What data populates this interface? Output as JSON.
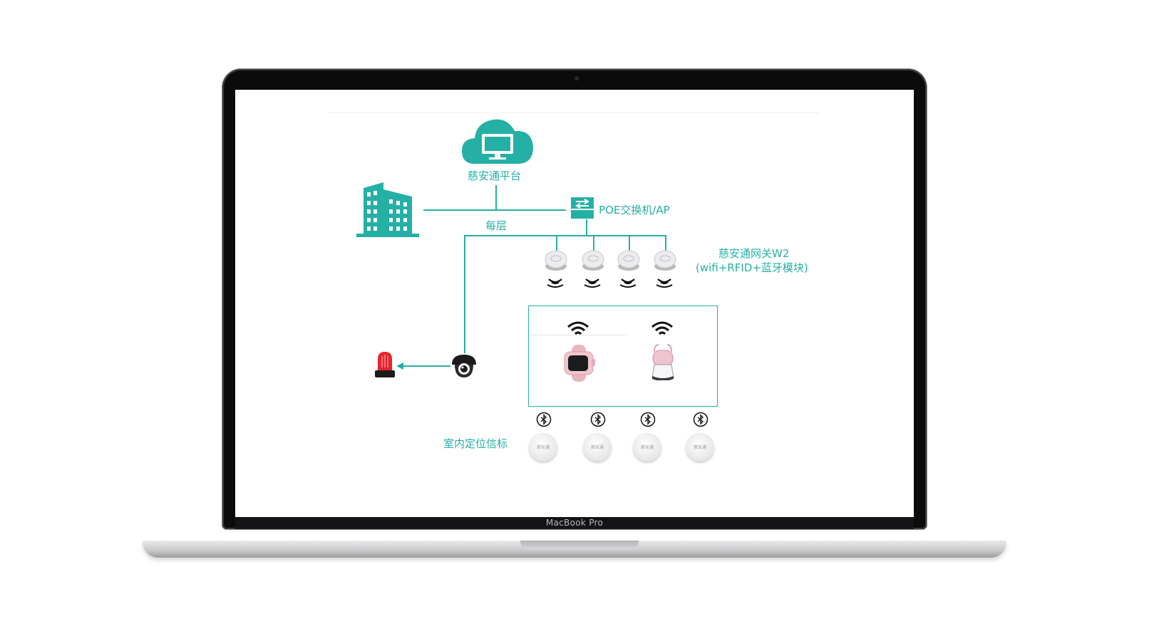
{
  "device": {
    "model_label": "MacBook Pro"
  },
  "diagram": {
    "platform_label": "慈安通平台",
    "switch_label": "POE交换机/AP",
    "floor_label": "每层",
    "gateway_label_line1": "慈安通网关W2",
    "gateway_label_line2": "(wifi+RFID+蓝牙模块)",
    "beacon_label": "室内定位信标",
    "beacon_text": "慈安通",
    "accent_color": "#25b0a6",
    "icons": [
      "cloud-monitor-icon",
      "building-icon",
      "switch-icon",
      "gateway-icon",
      "signal-icon",
      "wifi-icon",
      "watch-icon",
      "badge-device-icon",
      "alarm-light-icon",
      "dome-camera-icon",
      "bluetooth-icon",
      "beacon-icon"
    ]
  }
}
